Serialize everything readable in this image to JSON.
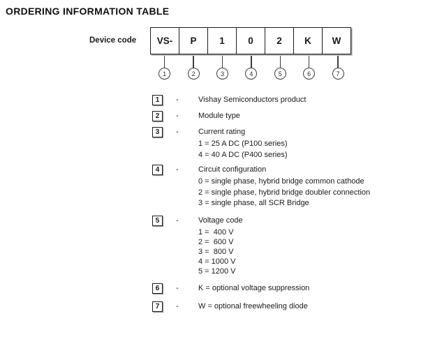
{
  "title": "ORDERING INFORMATION TABLE",
  "device_code": {
    "label": "Device code",
    "cells": [
      "VS-",
      "P",
      "1",
      "0",
      "2",
      "K",
      "W"
    ],
    "position_markers": [
      "1",
      "2",
      "3",
      "4",
      "5",
      "6",
      "7"
    ]
  },
  "legend": {
    "separator": "-",
    "items": [
      {
        "marker": "1",
        "label": "Vishay Semiconductors product",
        "sublines": []
      },
      {
        "marker": "2",
        "label": "Module type",
        "sublines": []
      },
      {
        "marker": "3",
        "label": "Current rating",
        "sublines": [
          "1 = 25 A DC (P100 series)",
          "4 = 40 A DC (P400 series)"
        ]
      },
      {
        "marker": "4",
        "label": "Circuit configuration",
        "sublines": [
          "0 = single phase, hybrid bridge common cathode",
          "2 = single phase, hybrid bridge doubler connection",
          "3 = single phase, all SCR Bridge"
        ]
      },
      {
        "marker": "5",
        "label": "Voltage code",
        "sublines": [
          "1 =  400 V",
          "2 =  600 V",
          "3 =  800 V",
          "4 = 1000 V",
          "5 = 1200 V"
        ]
      },
      {
        "marker": "6",
        "label": "K = optional voltage suppression",
        "sublines": []
      },
      {
        "marker": "7",
        "label": "W = optional freewheeling diode",
        "sublines": []
      }
    ]
  }
}
